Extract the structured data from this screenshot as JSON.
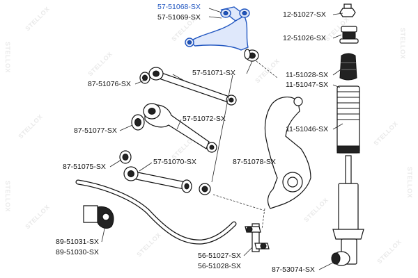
{
  "watermark": {
    "text": "STELLOX",
    "color": "#e9e9e9"
  },
  "colors": {
    "highlight": "#1f55c0",
    "ink": "#111111",
    "background": "#ffffff"
  },
  "labels": {
    "l_57_51068": "57-51068-SX",
    "l_57_51069": "57-51069-SX",
    "l_12_51027": "12-51027-SX",
    "l_12_51026": "12-51026-SX",
    "l_57_51071": "57-51071-SX",
    "l_87_51076": "87-51076-SX",
    "l_11_51028": "11-51028-SX",
    "l_11_51047": "11-51047-SX",
    "l_57_51072": "57-51072-SX",
    "l_87_51077": "87-51077-SX",
    "l_11_51046": "11-51046-SX",
    "l_57_51070": "57-51070-SX",
    "l_87_51078": "87-51078-SX",
    "l_87_51075": "87-51075-SX",
    "l_89_51031": "89-51031-SX",
    "l_89_51030": "89-51030-SX",
    "l_56_51027": "56-51027-SX",
    "l_56_51028": "56-51028-SX",
    "l_87_53074": "87-53074-SX"
  }
}
